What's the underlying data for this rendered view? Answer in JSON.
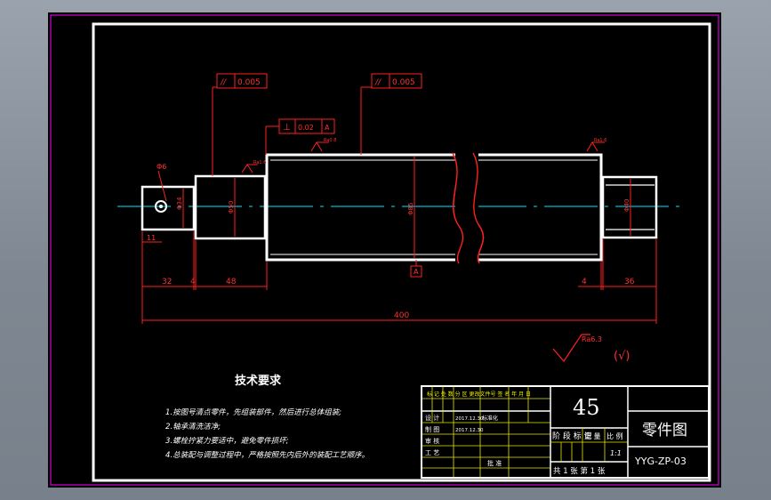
{
  "colors": {
    "background": "#000000",
    "outline": "#ffffff",
    "frame": "#ff00ff",
    "dimension": "#ff2020",
    "centerline": "#00e5ff",
    "text": "#ffffff",
    "table": "#e6e600",
    "app_bg": "#8a939d"
  },
  "tolerances": {
    "parallel_1_value": "0.005",
    "parallel_2_value": "0.005",
    "perp_value": "0.02",
    "perp_datum": "A",
    "datum_label": "A",
    "parallel_symbol": "//",
    "perp_symbol": "⊥"
  },
  "dimensions": {
    "d32": "32",
    "d4a": "4",
    "d48": "48",
    "d4b": "4",
    "d36": "36",
    "total": "400",
    "d11": "11",
    "hole": "Φ6",
    "dia_left": "Φ34",
    "dia_journal": "Φ50",
    "dia_body": "Φ85",
    "dia_right": "Φ40"
  },
  "roughness": {
    "ra1": "Ra1.6",
    "ra2": "Ra0.8",
    "ra3": "Ra1.6",
    "general": "Ra6.3",
    "general_note": "(√)"
  },
  "notes": {
    "title": "技术要求",
    "items": [
      "1.按图号清点零件，先组装部件，然后进行总体组装;",
      "2.轴承清洗洁净;",
      "3.螺栓拧紧力要适中，避免零件损坏;",
      "4.总装配与调整过程中，严格按照先内后外的装配工艺顺序。"
    ]
  },
  "title_block": {
    "material": "45",
    "name": "零件图",
    "code": "YYG-ZP-03",
    "scale": "1:1",
    "header_row": "标 记 处 数 分 区 更改文件号 签 名 年 月 日",
    "design_label": "设 计",
    "design_date": "2017.12.30",
    "standardize_label": "标准化",
    "draw_label": "制 图",
    "draw_date": "2017.12.30",
    "audit_label": "审 核",
    "process_label": "工 艺",
    "approve_label": "批 准",
    "stage_label": "阶 段 标 记",
    "weight_label": "重 量",
    "ratio_label": "比 例",
    "sheets_text": "共 1 张 第 1 张"
  }
}
